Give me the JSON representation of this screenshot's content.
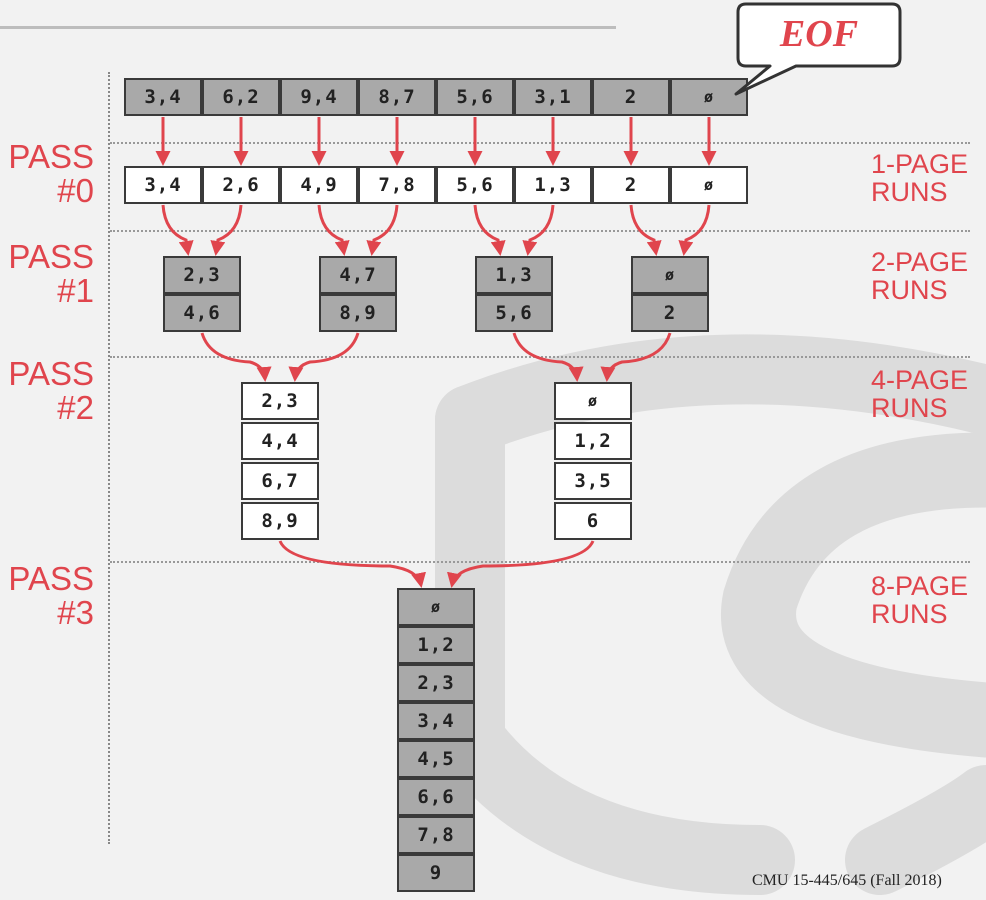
{
  "bubble": {
    "text": "EOF"
  },
  "rows": [
    {
      "name": "input",
      "style": "gray",
      "cells": [
        "3,4",
        "6,2",
        "9,4",
        "8,7",
        "5,6",
        "3,1",
        "2",
        "ø"
      ]
    },
    {
      "name": "pass0-output",
      "style": "white",
      "cells": [
        "3,4",
        "2,6",
        "4,9",
        "7,8",
        "5,6",
        "1,3",
        "2",
        "ø"
      ]
    }
  ],
  "pass_labels": [
    {
      "line1": "PASS",
      "line2": "#0"
    },
    {
      "line1": "PASS",
      "line2": "#1"
    },
    {
      "line1": "PASS",
      "line2": "#2"
    },
    {
      "line1": "PASS",
      "line2": "#3"
    }
  ],
  "run_labels": [
    {
      "line1": "1-PAGE",
      "line2": "RUNS"
    },
    {
      "line1": "2-PAGE",
      "line2": "RUNS"
    },
    {
      "line1": "4-PAGE",
      "line2": "RUNS"
    },
    {
      "line1": "8-PAGE",
      "line2": "RUNS"
    }
  ],
  "two_page_runs": [
    [
      "2,3",
      "4,6"
    ],
    [
      "4,7",
      "8,9"
    ],
    [
      "1,3",
      "5,6"
    ],
    [
      "ø",
      "2"
    ]
  ],
  "four_page_runs": [
    [
      "2,3",
      "4,4",
      "6,7",
      "8,9"
    ],
    [
      "ø",
      "1,2",
      "3,5",
      "6"
    ]
  ],
  "eight_page_run": [
    "ø",
    "1,2",
    "2,3",
    "3,4",
    "4,5",
    "6,6",
    "7,8",
    "9"
  ],
  "footer": "CMU 15-445/645 (Fall 2018)",
  "colors": {
    "accent": "#e0454d",
    "gray_page": "#a9a9a9",
    "white_page": "#ffffff",
    "background": "#f2f2f2"
  }
}
